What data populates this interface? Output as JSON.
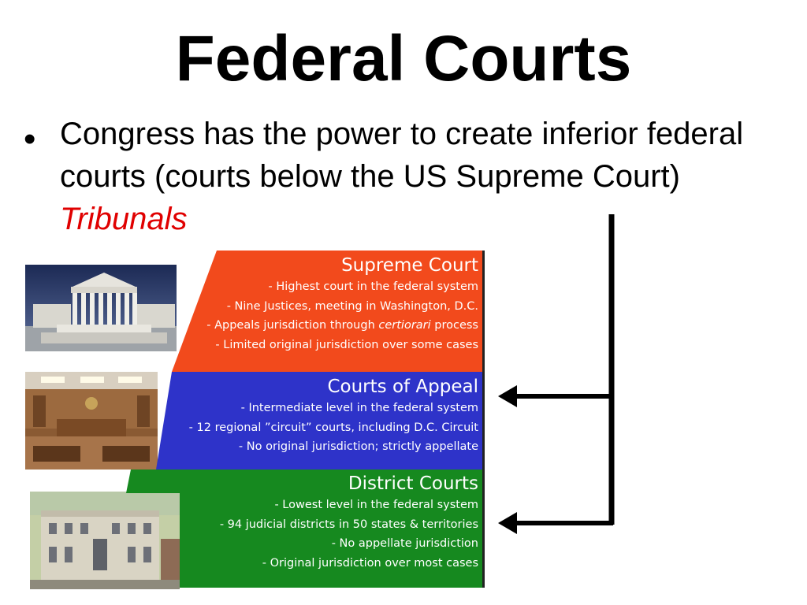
{
  "title": "Federal Courts",
  "bullet": {
    "symbol": "•",
    "text": "Congress has the power to create inferior federal courts (courts below the US Supreme Court) ",
    "highlight": "Tribunals"
  },
  "courts": [
    {
      "name": "Supreme Court",
      "color": "#f24a1c",
      "lines": [
        "- Highest court in the federal system",
        "- Nine Justices, meeting in Washington, D.C.",
        "- Appeals jurisdiction through certiorari process",
        "- Limited original jurisdiction over some cases"
      ],
      "photo_icon": "supreme-court-building-icon"
    },
    {
      "name": "Courts of Appeal",
      "color": "#2e33c9",
      "lines": [
        "- Intermediate level in the federal system",
        "- 12 regional ”circuit” courts, including D.C. Circuit",
        "- No original jurisdiction; strictly appellate"
      ],
      "photo_icon": "courtroom-icon"
    },
    {
      "name": "District Courts",
      "color": "#16891f",
      "lines": [
        "- Lowest level in the federal system",
        "- 94 judicial districts in 50 states & territories",
        "- No appellate jurisdiction",
        "- Original jurisdiction over most cases"
      ],
      "photo_icon": "district-courthouse-icon"
    }
  ],
  "connector_icon": "bracket-arrow-icon"
}
